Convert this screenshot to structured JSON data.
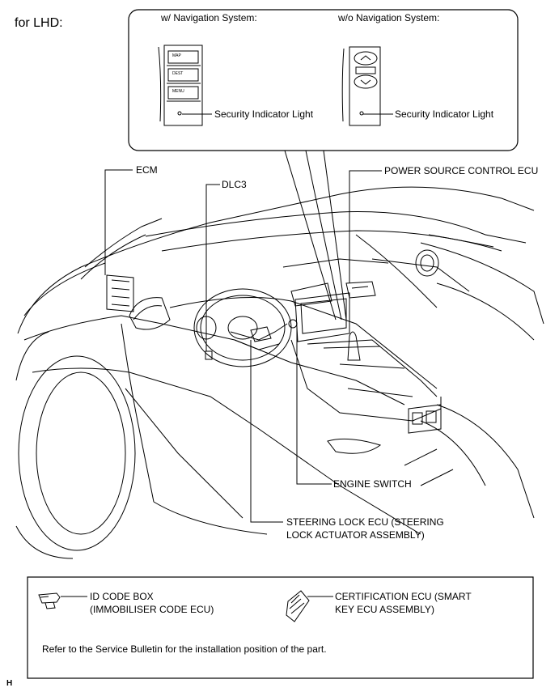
{
  "header": {
    "region_label": "for LHD:"
  },
  "inset": {
    "left_title": "w/ Navigation System:",
    "right_title": "w/o Navigation System:",
    "left_indicator_label": "Security Indicator Light",
    "right_indicator_label": "Security Indicator Light",
    "left_buttons": [
      "MAP",
      "DEST",
      "MENU"
    ]
  },
  "components": {
    "ecm": "ECM",
    "dlc3": "DLC3",
    "power_source_control_ecu": "POWER SOURCE CONTROL ECU",
    "engine_switch": "ENGINE SWITCH",
    "steering_lock_ecu_line1": "STEERING LOCK ECU (STEERING",
    "steering_lock_ecu_line2": "LOCK ACTUATOR ASSEMBLY)"
  },
  "legend": {
    "id_code_box_line1": "ID CODE BOX",
    "id_code_box_line2": "(IMMOBILISER CODE ECU)",
    "certification_ecu_line1": "CERTIFICATION ECU (SMART",
    "certification_ecu_line2": "KEY ECU ASSEMBLY)",
    "note": "Refer to the Service Bulletin for the installation position of the part."
  },
  "footer": {
    "marker": "H"
  }
}
